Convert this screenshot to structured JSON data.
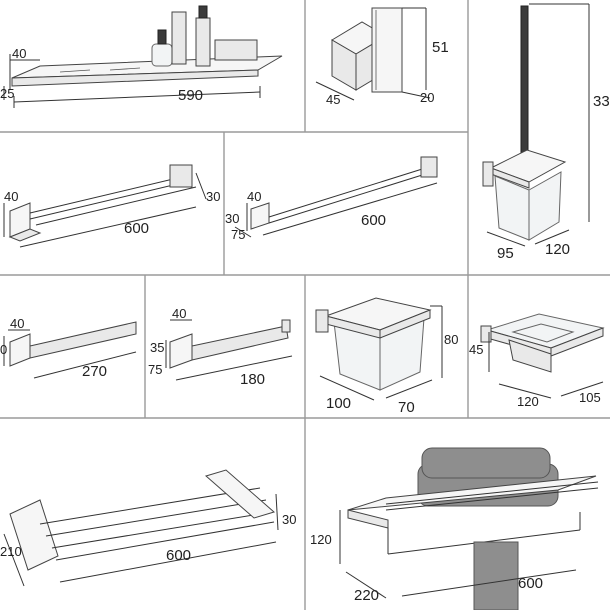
{
  "colors": {
    "background": "#ffffff",
    "grid": "#9a9a9a",
    "line": "#333333",
    "metal": "#e9e9e9"
  },
  "panels": {
    "shelf": {
      "dims": [
        "40",
        "25",
        "590"
      ]
    },
    "hook": {
      "dims": [
        "51",
        "45",
        "20"
      ]
    },
    "toilet_brush": {
      "dims": [
        "33",
        "95",
        "120"
      ]
    },
    "double_towel_bar": {
      "dims": [
        "40",
        "30",
        "600"
      ]
    },
    "single_towel_bar": {
      "dims": [
        "40",
        "30",
        "75",
        "600"
      ]
    },
    "towel_ring": {
      "dims": [
        "40",
        "0",
        "270"
      ]
    },
    "paper_holder": {
      "dims": [
        "40",
        "35",
        "75",
        "180"
      ]
    },
    "tumbler_holder": {
      "dims": [
        "80",
        "100",
        "70"
      ]
    },
    "soap_dish": {
      "dims": [
        "45",
        "120",
        "105"
      ]
    },
    "triple_towel_rack": {
      "dims": [
        "210",
        "600",
        "30"
      ]
    },
    "towel_shelf": {
      "dims": [
        "120",
        "220",
        "600"
      ]
    }
  }
}
